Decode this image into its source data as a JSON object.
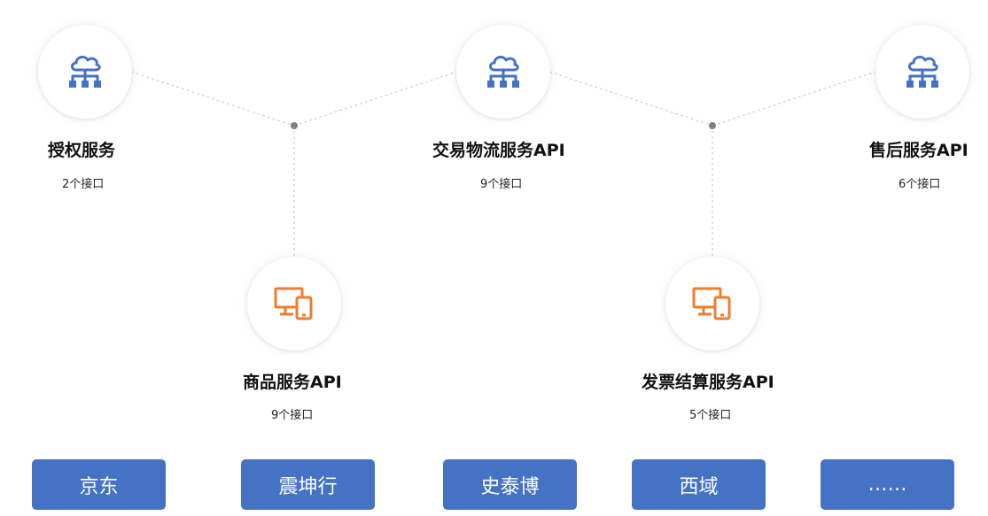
{
  "services": [
    {
      "title": "授权服务",
      "count": "2个接口",
      "icon": "cloud-network-icon",
      "icon_color": "#4472c4"
    },
    {
      "title": "交易物流服务API",
      "count": "9个接口",
      "icon": "cloud-network-icon",
      "icon_color": "#4472c4"
    },
    {
      "title": "售后服务API",
      "count": "6个接口",
      "icon": "cloud-network-icon",
      "icon_color": "#4472c4"
    },
    {
      "title": "商品服务API",
      "count": "9个接口",
      "icon": "devices-icon",
      "icon_color": "#ed7d31"
    },
    {
      "title": "发票结算服务API",
      "count": "5个接口",
      "icon": "devices-icon",
      "icon_color": "#ed7d31"
    }
  ],
  "partners": [
    {
      "label": "京东"
    },
    {
      "label": "震坤行"
    },
    {
      "label": "史泰博"
    },
    {
      "label": "西域"
    },
    {
      "label": "……"
    }
  ],
  "colors": {
    "button_bg": "#4472c4",
    "button_text": "#ffffff",
    "connector": "#c8c8c8",
    "junction": "#7f7f7f"
  }
}
